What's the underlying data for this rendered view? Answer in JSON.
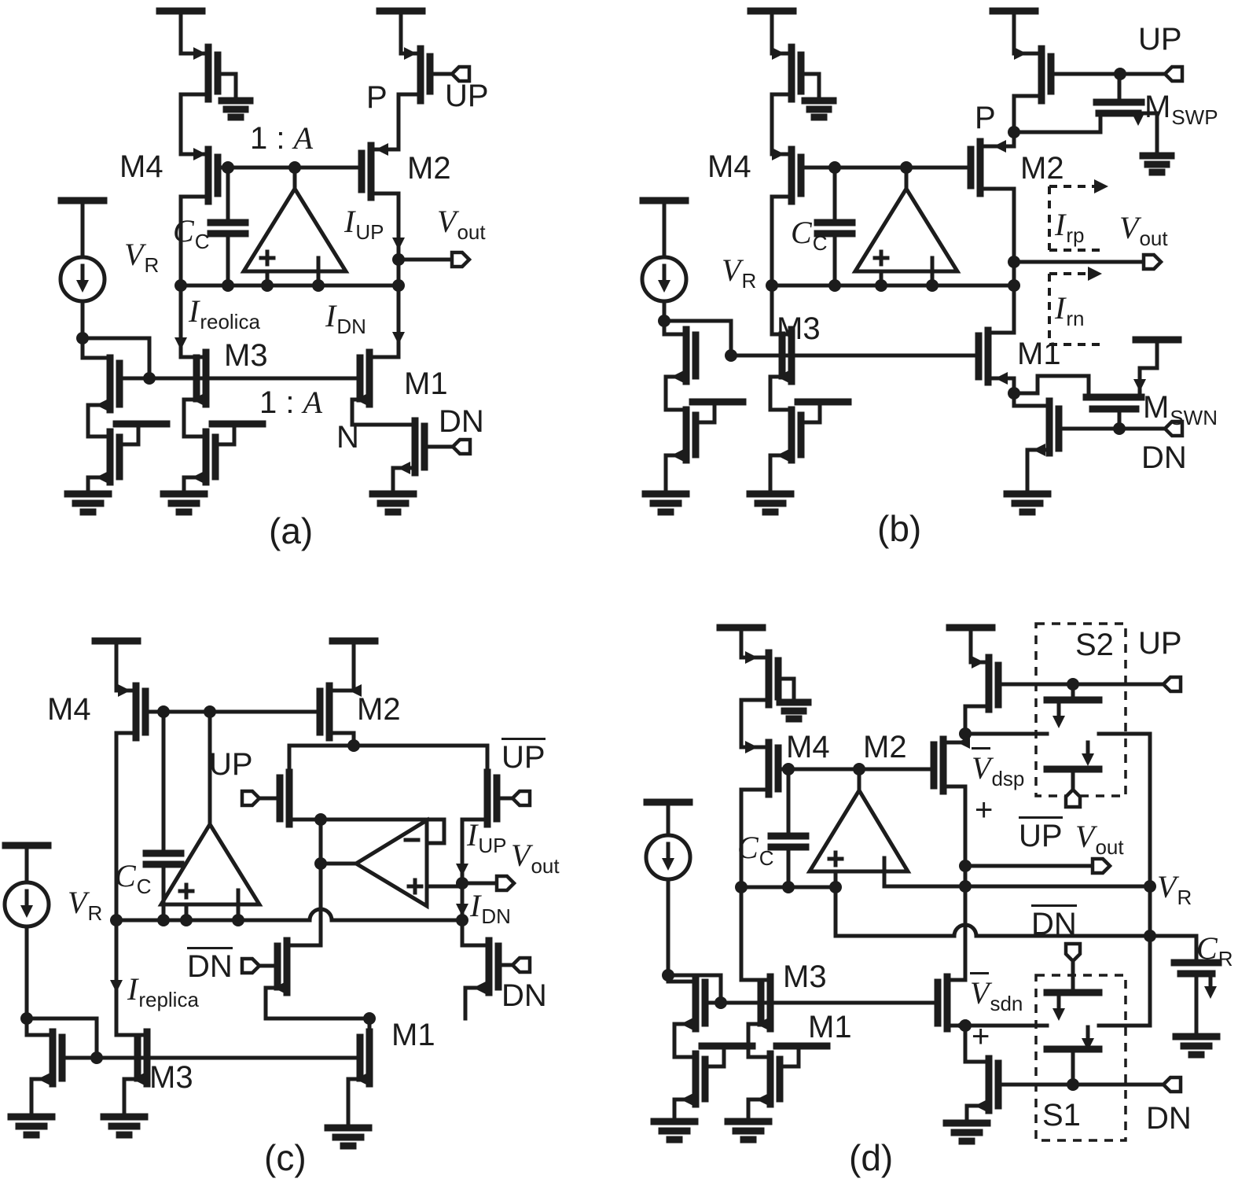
{
  "figure": {
    "type": "circuit-schematic",
    "description": "Four charge-pump replica-bias circuit schematics",
    "background": "#ffffff",
    "ink": "#1c1c1c",
    "panel_count": 4
  },
  "labels": {
    "a_m4": {
      "main": "M4"
    },
    "a_ratio_top": {
      "pre": "1 : ",
      "var": "A"
    },
    "a_p": {
      "main": "P"
    },
    "a_up": {
      "main": "UP"
    },
    "a_m2": {
      "main": "M2"
    },
    "a_iup": {
      "main": "I",
      "sub": "UP"
    },
    "a_vout": {
      "main": "V",
      "sub": "out"
    },
    "a_cc": {
      "main": "C",
      "sub": "C"
    },
    "a_vr": {
      "main": "V",
      "sub": "R"
    },
    "a_ireplica": {
      "main": "I",
      "sub": "reolica"
    },
    "a_m3": {
      "main": "M3"
    },
    "a_idn": {
      "main": "I",
      "sub": "DN"
    },
    "a_ratio_bot": {
      "pre": "1 : ",
      "var": "A"
    },
    "a_m1": {
      "main": "M1"
    },
    "a_n": {
      "main": "N"
    },
    "a_dn": {
      "main": "DN"
    },
    "a_cap": {
      "main": "(a)"
    },
    "b_m4": {
      "main": "M4"
    },
    "b_p": {
      "main": "P"
    },
    "b_up": {
      "main": "UP"
    },
    "b_mswp": {
      "main": "M",
      "sub": "SWP"
    },
    "b_m2": {
      "main": "M2"
    },
    "b_irp": {
      "main": "I",
      "sub": "rp"
    },
    "b_vout": {
      "main": "V",
      "sub": "out"
    },
    "b_cc": {
      "main": "C",
      "sub": "C"
    },
    "b_vr": {
      "main": "V",
      "sub": "R"
    },
    "b_m3": {
      "main": "M3"
    },
    "b_irn": {
      "main": "I",
      "sub": "rn"
    },
    "b_m1": {
      "main": "M1"
    },
    "b_mswn": {
      "main": "M",
      "sub": "SWN"
    },
    "b_dn": {
      "main": "DN"
    },
    "b_cap": {
      "main": "(b)"
    },
    "c_m4": {
      "main": "M4"
    },
    "c_m2": {
      "main": "M2"
    },
    "c_up": {
      "main": "UP"
    },
    "c_upbar": {
      "main": "UP"
    },
    "c_cc": {
      "main": "C",
      "sub": "C"
    },
    "c_vr": {
      "main": "V",
      "sub": "R"
    },
    "c_iup": {
      "main": "I",
      "sub": "UP"
    },
    "c_vout": {
      "main": "V",
      "sub": "out"
    },
    "c_idn": {
      "main": "I",
      "sub": "DN"
    },
    "c_ireplica": {
      "main": "I",
      "sub": "replica"
    },
    "c_dnbar": {
      "main": "DN"
    },
    "c_dn": {
      "main": "DN"
    },
    "c_m3": {
      "main": "M3"
    },
    "c_m1": {
      "main": "M1"
    },
    "c_cap": {
      "main": "(c)"
    },
    "d_m4": {
      "main": "M4"
    },
    "d_m2": {
      "main": "M2"
    },
    "d_s2": {
      "main": "S2"
    },
    "d_up": {
      "main": "UP"
    },
    "d_vdsp": {
      "main": "V",
      "sub": "dsp"
    },
    "d_plus_p": {
      "main": "+"
    },
    "d_upbar": {
      "main": "UP"
    },
    "d_vout": {
      "main": "V",
      "sub": "out"
    },
    "d_cc": {
      "main": "C",
      "sub": "C"
    },
    "d_vr": {
      "main": "V",
      "sub": "R"
    },
    "d_dnbar": {
      "main": "DN"
    },
    "d_cr": {
      "main": "C",
      "sub": "R"
    },
    "d_m3": {
      "main": "M3"
    },
    "d_m1": {
      "main": "M1"
    },
    "d_vsdn": {
      "main": "V",
      "sub": "sdn"
    },
    "d_plus_n": {
      "main": "+"
    },
    "d_s1": {
      "main": "S1"
    },
    "d_dn": {
      "main": "DN"
    },
    "d_cap": {
      "main": "(d)"
    }
  }
}
